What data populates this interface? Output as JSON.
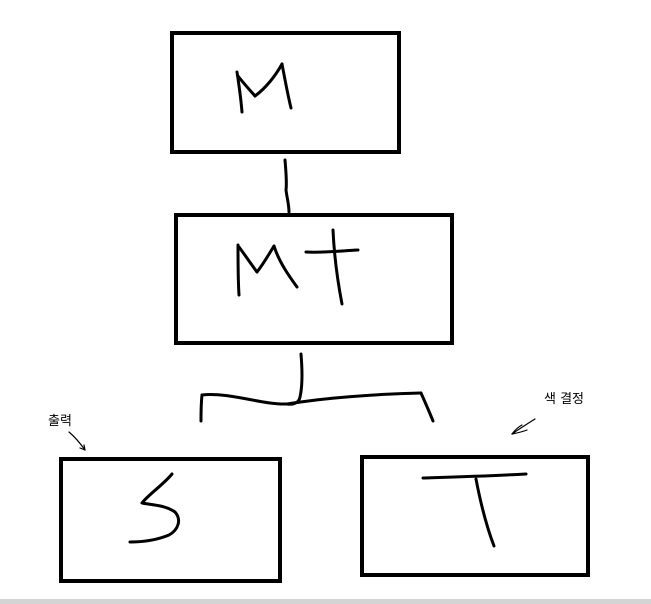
{
  "canvas": {
    "background": "#ffffff",
    "stroke_color": "#000000",
    "scrollbar_color": "#d4d4d4"
  },
  "nodes": [
    {
      "id": "m",
      "glyph": "M"
    },
    {
      "id": "mt",
      "glyph": "MT"
    },
    {
      "id": "s",
      "glyph": "S"
    },
    {
      "id": "t",
      "glyph": "T"
    }
  ],
  "annotations": {
    "output_label": "출력",
    "color_decision_label": "색 결정"
  }
}
